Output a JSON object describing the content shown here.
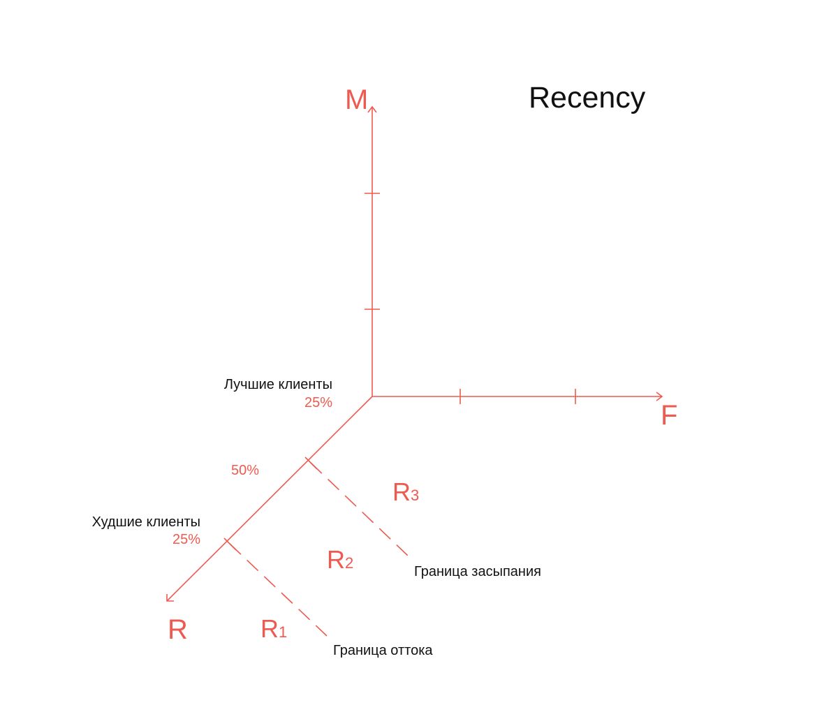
{
  "title": "Recency",
  "accent_color": "#ee5a50",
  "text_color": "#111111",
  "axes": {
    "m_label": "M",
    "f_label": "F",
    "r_label": "R"
  },
  "segments": {
    "best_label": "Лучшие клиенты",
    "best_pct": "25%",
    "middle_pct": "50%",
    "worst_label": "Худшие клиенты",
    "worst_pct": "25%"
  },
  "zones": {
    "r1_main": "R",
    "r1_sub": "1",
    "r2_main": "R",
    "r2_sub": "2",
    "r3_main": "R",
    "r3_sub": "3"
  },
  "boundaries": {
    "sleep_label": "Граница засыпания",
    "churn_label": "Граница оттока"
  }
}
